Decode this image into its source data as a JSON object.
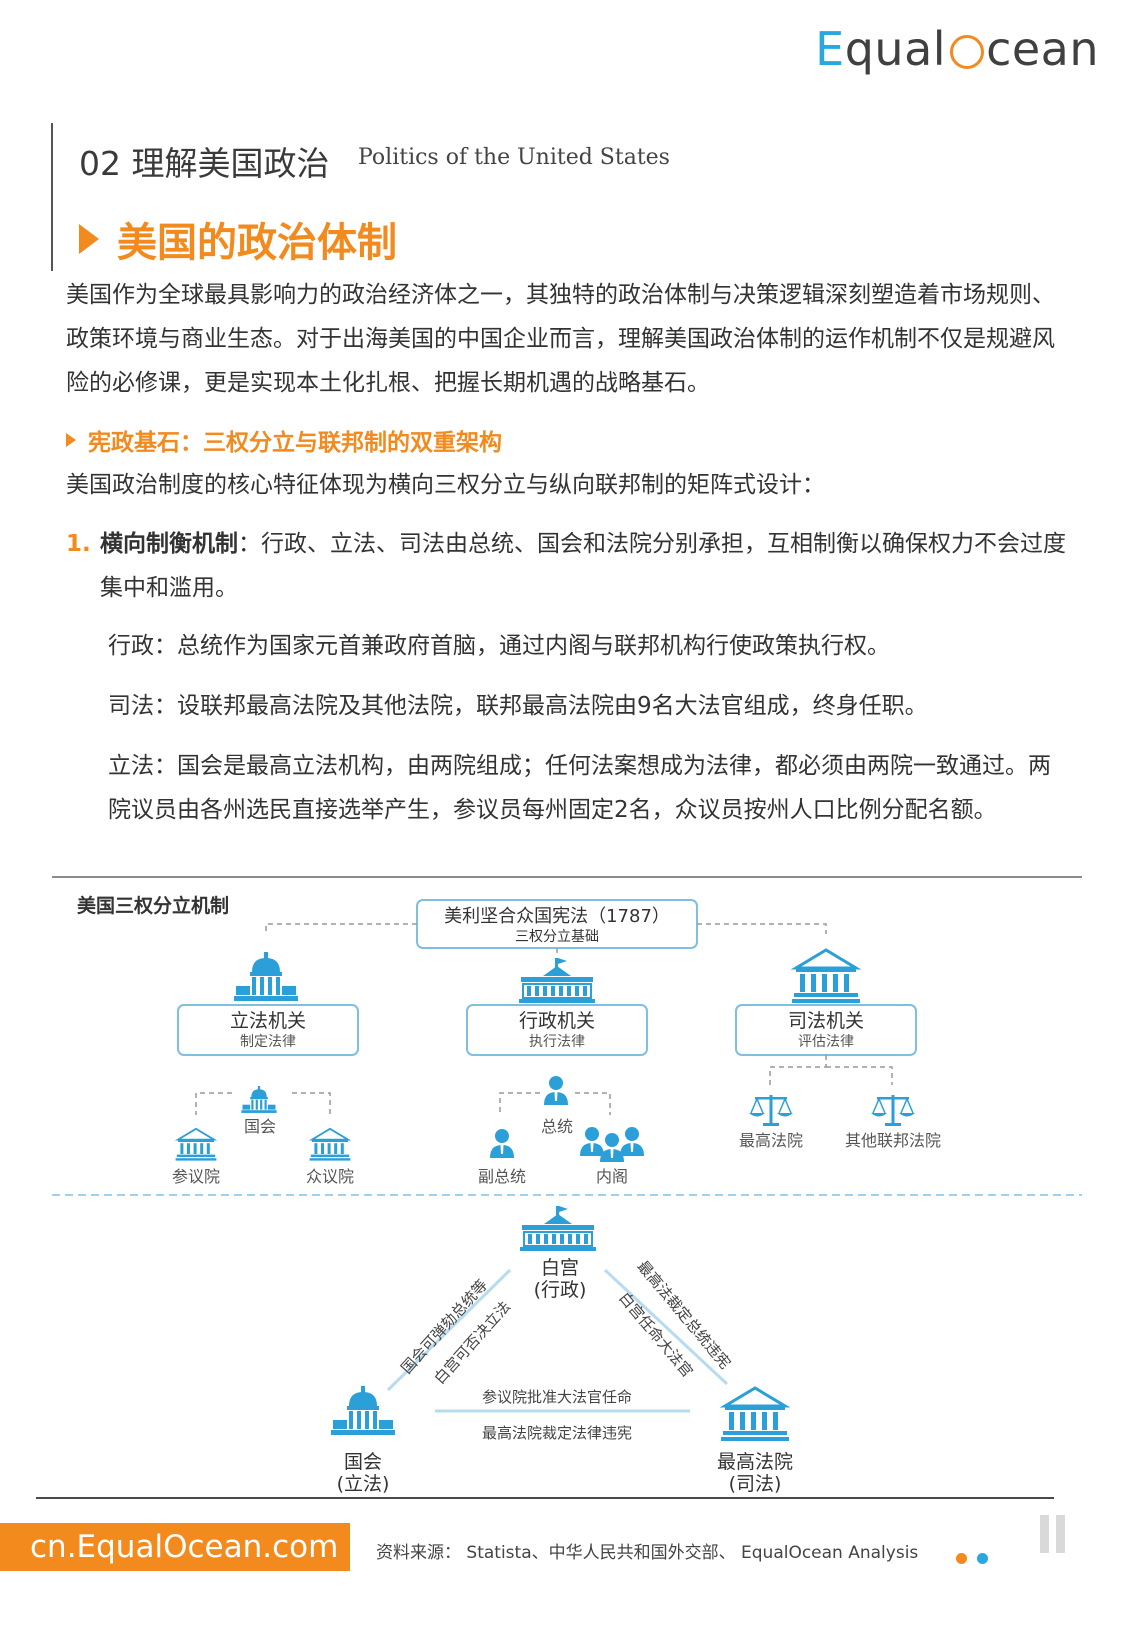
{
  "logo": {
    "prefix": "E",
    "mid": "qual",
    "suffix": "cean"
  },
  "section": {
    "number_title": "02 理解美国政治",
    "english": "Politics of the United States"
  },
  "title": "美国的政治体制",
  "intro": "美国作为全球最具影响力的政治经济体之一，其独特的政治体制与决策逻辑深刻塑造着市场规则、政策环境与商业生态。对于出海美国的中国企业而言，理解美国政治体制的运作机制不仅是规避风险的必修课，更是实现本土化扎根、把握长期机遇的战略基石。",
  "subheading": "宪政基石：三权分立与联邦制的双重架构",
  "lead": "美国政治制度的核心特征体现为横向三权分立与纵向联邦制的矩阵式设计：",
  "item1": {
    "num": "1.",
    "label": "横向制衡机制",
    "text": "：行政、立法、司法由总统、国会和法院分别承担，互相制衡以确保权力不会过度集中和滥用。"
  },
  "executive": "行政：总统作为国家元首兼政府首脑，通过内阁与联邦机构行使政策执行权。",
  "judicial": "司法：设联邦最高法院及其他法院，联邦最高法院由9名大法官组成，终身任职。",
  "legislative": "立法：国会是最高立法机构，由两院组成；任何法案想成为法律，都必须由两院一致通过。两院议员由各州选民直接选举产生，参议员每州固定2名，众议员按州人口比例分配名额。",
  "diagram": {
    "heading": "美国三权分立机制",
    "constitution": {
      "title": "美利坚合众国宪法（1787）",
      "sub": "三权分立基础"
    },
    "branches": {
      "legislative": {
        "title": "立法机关",
        "sub": "制定法律"
      },
      "executive": {
        "title": "行政机关",
        "sub": "执行法律"
      },
      "judicial": {
        "title": "司法机关",
        "sub": "评估法律"
      }
    },
    "leg_parts": {
      "top": "国会",
      "left": "参议院",
      "right": "众议院"
    },
    "exec_parts": {
      "top": "总统",
      "left": "副总统",
      "right": "内阁"
    },
    "jud_parts": {
      "left": "最高法院",
      "right": "其他联邦法院"
    },
    "triangle": {
      "top": {
        "name": "白宫",
        "role": "(行政)"
      },
      "left": {
        "name": "国会",
        "role": "(立法)"
      },
      "right": {
        "name": "最高法院",
        "role": "(司法)"
      },
      "edge_left_1": "国会可弹劾总统等",
      "edge_left_2": "白宫可否决立法",
      "edge_right_1": "最高法裁定总统违宪",
      "edge_right_2": "白宫任命大法官",
      "edge_bottom_1": "参议院批准大法官任命",
      "edge_bottom_2": "最高法院裁定法律违宪"
    }
  },
  "footer": {
    "site": "cn.EqualOcean.com",
    "source": "资料来源：  Statista、中华人民共和国外交部、 EqualOcean Analysis"
  },
  "colors": {
    "accent": "#f28a1e",
    "blue": "#29a8e0",
    "icon_blue": "#2a9fd8"
  }
}
